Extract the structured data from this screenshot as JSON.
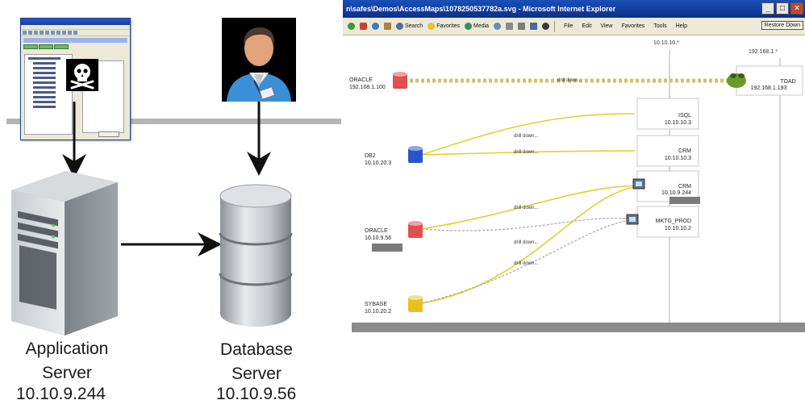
{
  "left": {
    "app_server_label_line1": "Application",
    "app_server_label_line2": "Server",
    "app_server_ip_cut": "10.10.9.244",
    "db_server_label_line1": "Database",
    "db_server_label_line2": "Server",
    "db_server_ip_cut": "10.10.9.56"
  },
  "ie": {
    "title": "n\\safes\\Demos\\AccessMaps\\1078250537782a.svg - Microsoft Internet Explorer",
    "min_btn": "_",
    "max_btn": "□",
    "close_btn": "×",
    "toolbar": {
      "search": "Search",
      "favorites": "Favorites",
      "media": "Media",
      "menu": [
        "File",
        "Edit",
        "View",
        "Favorites",
        "Tools",
        "Help"
      ],
      "restore": "Restore Down"
    }
  },
  "map": {
    "net_right": "192.168.1.*",
    "net_center": "10.10.10.*",
    "edge_label": "drill down...",
    "nodes": {
      "oracle_top": {
        "name": "ORACLE",
        "ip": "192.168.1.100"
      },
      "db2": {
        "name": "DB2",
        "ip": "10.10.20.3"
      },
      "oracle_mid": {
        "name": "ORACLE",
        "ip": "10.10.9.56"
      },
      "sybase": {
        "name": "SYBASE",
        "ip": "10.10.20.2"
      },
      "toad": {
        "name": "TOAD",
        "ip": "192.168.1.193"
      },
      "isql": {
        "name": "ISQL",
        "ip": "10.10.10.3"
      },
      "crm1": {
        "name": "CRM",
        "ip": "10.10.10.3"
      },
      "crm2": {
        "name": "CRM",
        "ip": "10.10.9.244"
      },
      "mktg": {
        "name": "MKTG_PROD",
        "ip": "10.10.10.2"
      }
    },
    "colors": {
      "oracle": "#e05050",
      "db2": "#2a55c8",
      "sybase": "#e8c020",
      "line_yellow": "#e2d030",
      "line_grey": "#a8a8a0"
    }
  }
}
